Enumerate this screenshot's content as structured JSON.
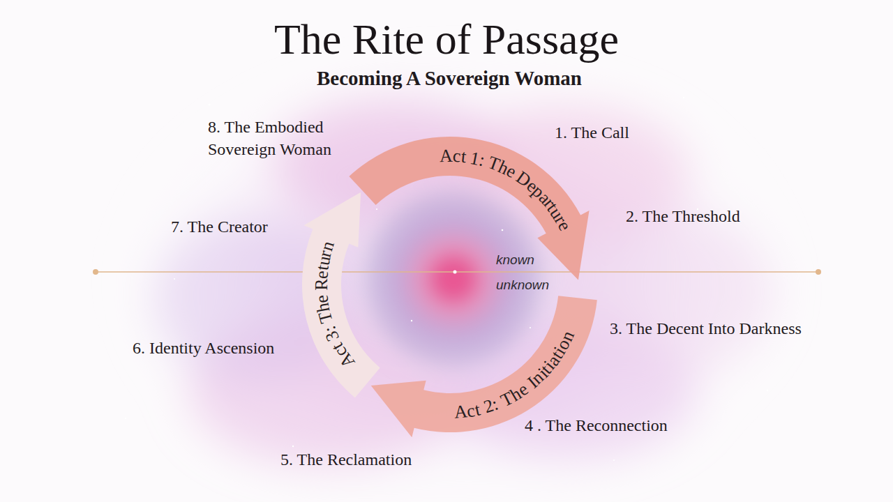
{
  "diagram": {
    "title": "The Rite of Passage",
    "nodes": [
      {
        "text": [
          "Act 1: The Departure"
        ]
      },
      {
        "text": [
          "Act 2: The Initiation"
        ]
      },
      {
        "text": [
          "Act 3: The Return"
        ]
      }
    ],
    "labels": [
      "Becoming A Sovereign Woman",
      "1. The Call",
      "2. The Threshold",
      "3. The Decent Into Darkness",
      "4 . The Reconnection",
      "5. The Reclamation",
      "6. Identity Ascension",
      "7. The Creator",
      "8. The Embodied Sovereign Woman",
      "known",
      "unknown"
    ]
  }
}
